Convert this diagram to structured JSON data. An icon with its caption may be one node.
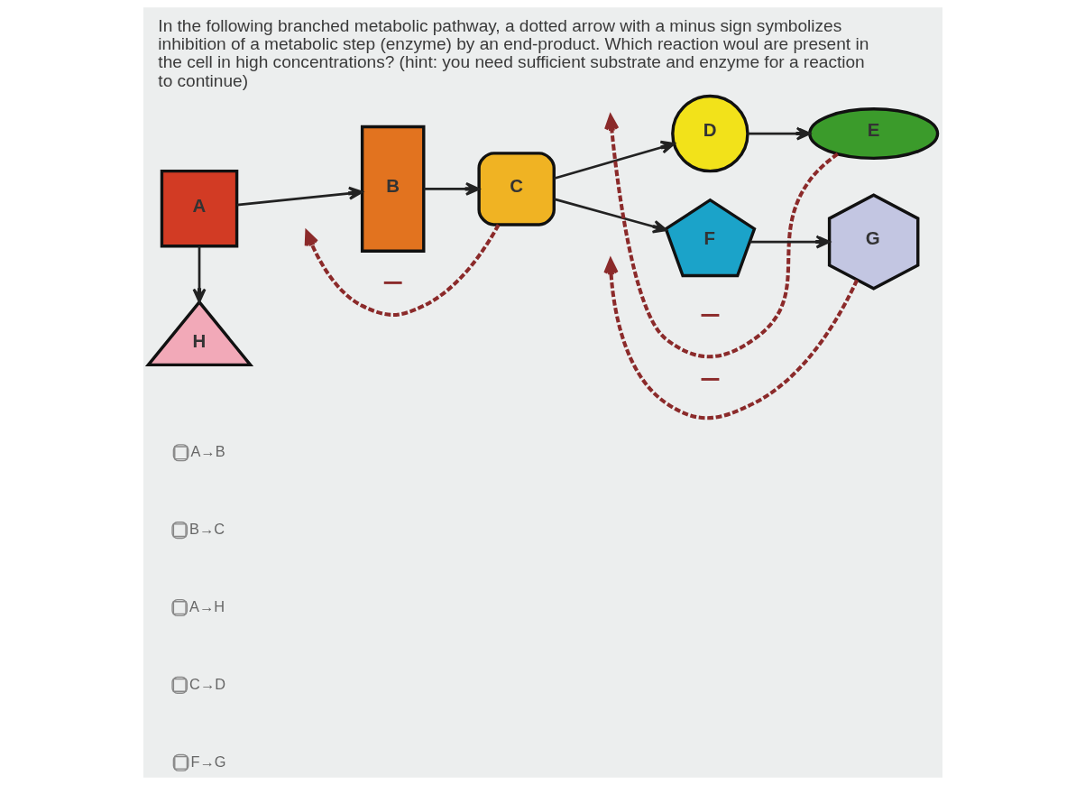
{
  "diagram": {
    "title": "In the following branched metabolic pathway, a dotted arrow with a minus sign symbolizes inhibition of a metabolic step (enzyme) by an end-product. Which reaction woul are present in the cell in high concentrations? (hint: you need sufficient substrate and enzyme for a reaction to continue)",
    "nodes": [
      {
        "text": [
          "A"
        ]
      },
      {
        "text": [
          "B"
        ]
      },
      {
        "text": [
          "C"
        ]
      },
      {
        "text": [
          "D"
        ]
      },
      {
        "text": [
          "E"
        ]
      },
      {
        "text": [
          "F"
        ]
      },
      {
        "text": [
          "G"
        ]
      },
      {
        "text": [
          "H"
        ]
      }
    ],
    "edges": [
      {
        "from": 0,
        "to": 1,
        "arrow": "to"
      },
      {
        "from": 1,
        "to": 2,
        "arrow": "to"
      },
      {
        "from": 2,
        "to": 3,
        "arrow": "to"
      },
      {
        "from": 2,
        "to": 5,
        "arrow": "to"
      },
      {
        "from": 3,
        "to": 4,
        "arrow": "to"
      },
      {
        "from": 5,
        "to": 6,
        "arrow": "to"
      },
      {
        "from": 0,
        "to": 7,
        "arrow": "to"
      },
      {
        "from": 2,
        "to": null,
        "arrow": "to",
        "label": "−",
        "style": "dashed",
        "color": "#8b2a2a"
      },
      {
        "from": 4,
        "to": null,
        "arrow": "to",
        "label": "−",
        "style": "dashed",
        "color": "#8b2a2a"
      },
      {
        "from": 6,
        "to": null,
        "arrow": "to",
        "label": "−",
        "style": "dashed",
        "color": "#8b2a2a"
      }
    ],
    "labels": [
      "A→B",
      "B→C",
      "A→H",
      "C→D",
      "F→G"
    ]
  }
}
